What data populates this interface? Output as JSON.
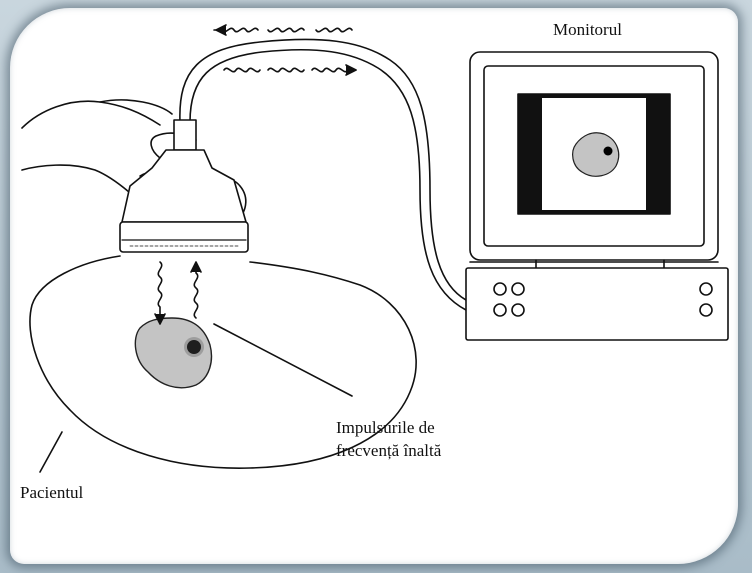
{
  "labels": {
    "monitor": "Monitorul",
    "pulses_line1": "Impulsurile de",
    "pulses_line2": "frecvență înaltă",
    "patient": "Pacientul"
  },
  "colors": {
    "ink": "#111111",
    "tissue": "#bdbdbd",
    "lesion_core": "#000000",
    "screen": "#111111",
    "frame_bg": "#bfcfd9"
  },
  "icons": [
    "hand",
    "ultrasound-probe",
    "monitor",
    "control-knobs",
    "sound-wave"
  ]
}
